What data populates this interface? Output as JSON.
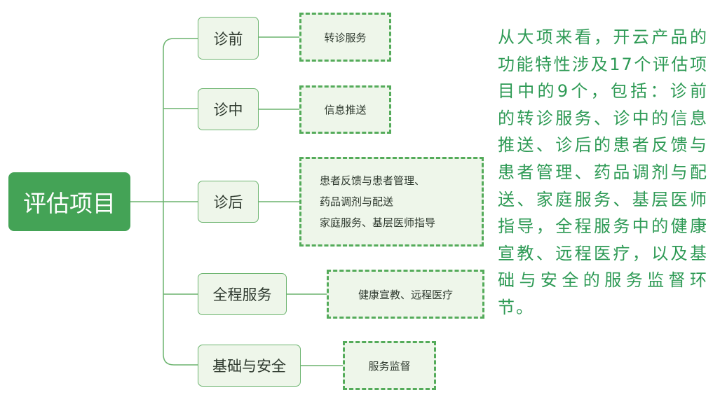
{
  "root": {
    "label": "评估项目"
  },
  "branches": [
    {
      "label": "诊前",
      "leaf": [
        "转诊服务"
      ]
    },
    {
      "label": "诊中",
      "leaf": [
        "信息推送"
      ]
    },
    {
      "label": "诊后",
      "leaf": [
        "患者反馈与患者管理、",
        "药品调剂与配送",
        "家庭服务、基层医师指导"
      ]
    },
    {
      "label": "全程服务",
      "leaf": [
        "健康宣教、远程医疗"
      ]
    },
    {
      "label": "基础与安全",
      "leaf": [
        "服务监督"
      ]
    }
  ],
  "summary": "从大项来看，开云产品的功能特性涉及17个评估项目中的9个，包括：诊前的转诊服务、诊中的信息推送、诊后的患者反馈与患者管理、药品调剂与配送、家庭服务、基层医师指导，全程服务中的健康宣教、远程医疗，以及基础与安全的服务监督环节。",
  "colors": {
    "root_fill": "#44a356",
    "branch_fill": "#eef6ea",
    "branch_border": "#6cb46f",
    "leaf_border": "#54ab5a",
    "connector": "#6cb46f",
    "summary_text": "#2e9a55"
  }
}
